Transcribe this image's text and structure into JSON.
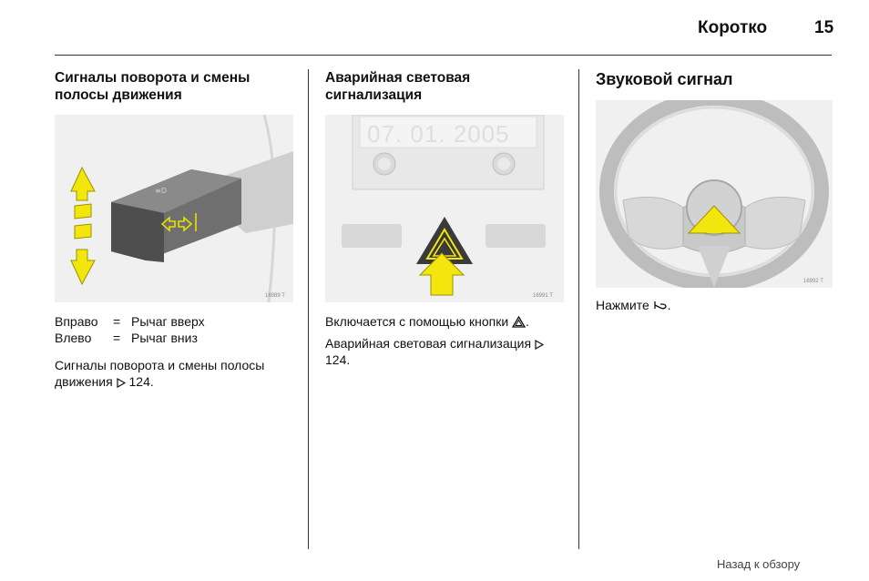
{
  "header": {
    "title": "Коротко",
    "page": "15"
  },
  "columns": [
    {
      "heading": "Сигналы поворота и смены полосы движения",
      "figure_code": "16989 T",
      "list": [
        {
          "key": "Вправо",
          "eq": "=",
          "value": "Рычаг вверх"
        },
        {
          "key": "Влево",
          "eq": "=",
          "value": "Рычаг вниз"
        }
      ],
      "para": "Сигналы поворота и смены полосы движения",
      "para_ref": "124."
    },
    {
      "heading": "Аварийная световая сигнализация",
      "figure_code": "16991 T",
      "display_text": "07. 01. 2005",
      "line1": "Включается с помощью кнопки",
      "line1_end": ".",
      "para": "Аварийная световая сигнализация",
      "para_ref": "124."
    },
    {
      "heading": "Звуковой сигнал",
      "figure_code": "16992 T",
      "line1": "Нажмите",
      "line1_end": "."
    }
  ],
  "footer": {
    "link": "Назад к обзору"
  },
  "icons": [
    "page-ref-icon",
    "hazard-triangle-icon",
    "horn-icon"
  ],
  "colors": {
    "arrow": "#f2e60e",
    "arrow_stroke": "#9a9400",
    "hazard_button": "#3a3a3a"
  }
}
